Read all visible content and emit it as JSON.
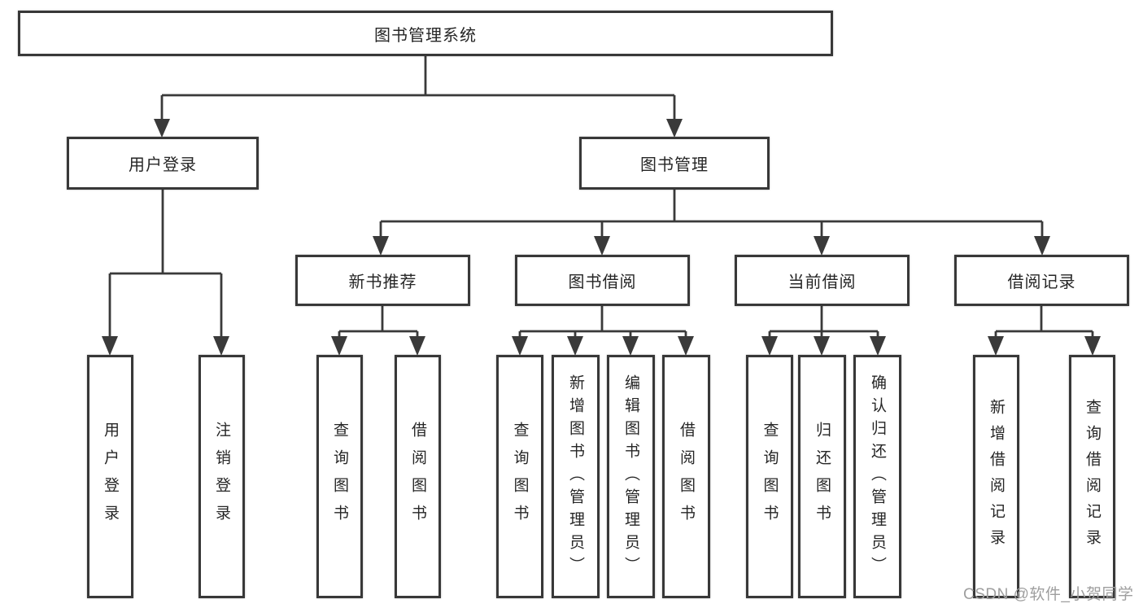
{
  "tree": {
    "root": "图书管理系统",
    "level2": [
      "用户登录",
      "图书管理"
    ],
    "level3": [
      "新书推荐",
      "图书借阅",
      "当前借阅",
      "借阅记录"
    ],
    "leaves": {
      "login": [
        "用户登录",
        "注销登录"
      ],
      "recommend": [
        "查询图书",
        "借阅图书"
      ],
      "borrow": [
        "查询图书",
        "新增图书（管理员）",
        "编辑图书（管理员）",
        "借阅图书"
      ],
      "current": [
        "查询图书",
        "归还图书",
        "确认归还（管理员）"
      ],
      "records": [
        "新增借阅记录",
        "查询借阅记录"
      ]
    }
  },
  "watermark": "CSDN @软件_小贺同学",
  "colors": {
    "line": "#3a3a3a",
    "border": "#383838",
    "text": "#262626",
    "wm": "#9e9e9e",
    "bg": "#ffffff"
  }
}
